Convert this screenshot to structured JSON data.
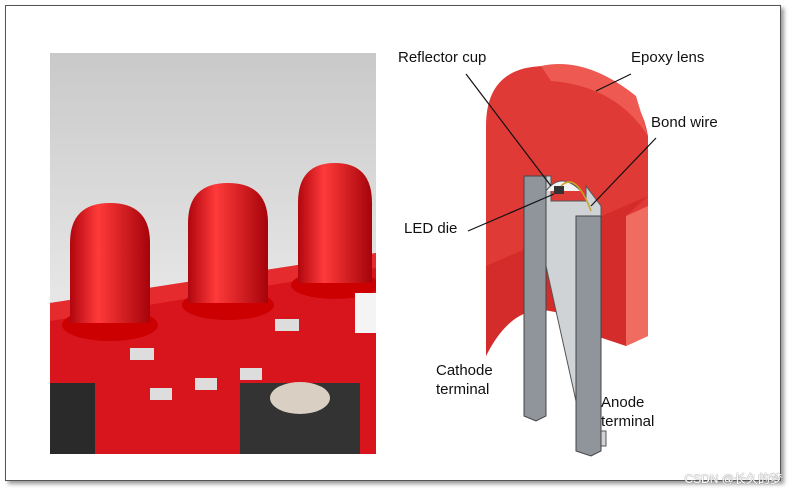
{
  "labels": {
    "reflector_cup": "Reflector cup",
    "epoxy_lens": "Epoxy lens",
    "bond_wire": "Bond wire",
    "led_die": "LED die",
    "cathode_terminal": "Cathode\nterminal",
    "anode_terminal": "Anode\nterminal"
  },
  "watermark": "CSDN @长久的梦",
  "colors": {
    "lens": "#e03a36",
    "pcb": "#d8141c",
    "lead": "#8f959b"
  }
}
